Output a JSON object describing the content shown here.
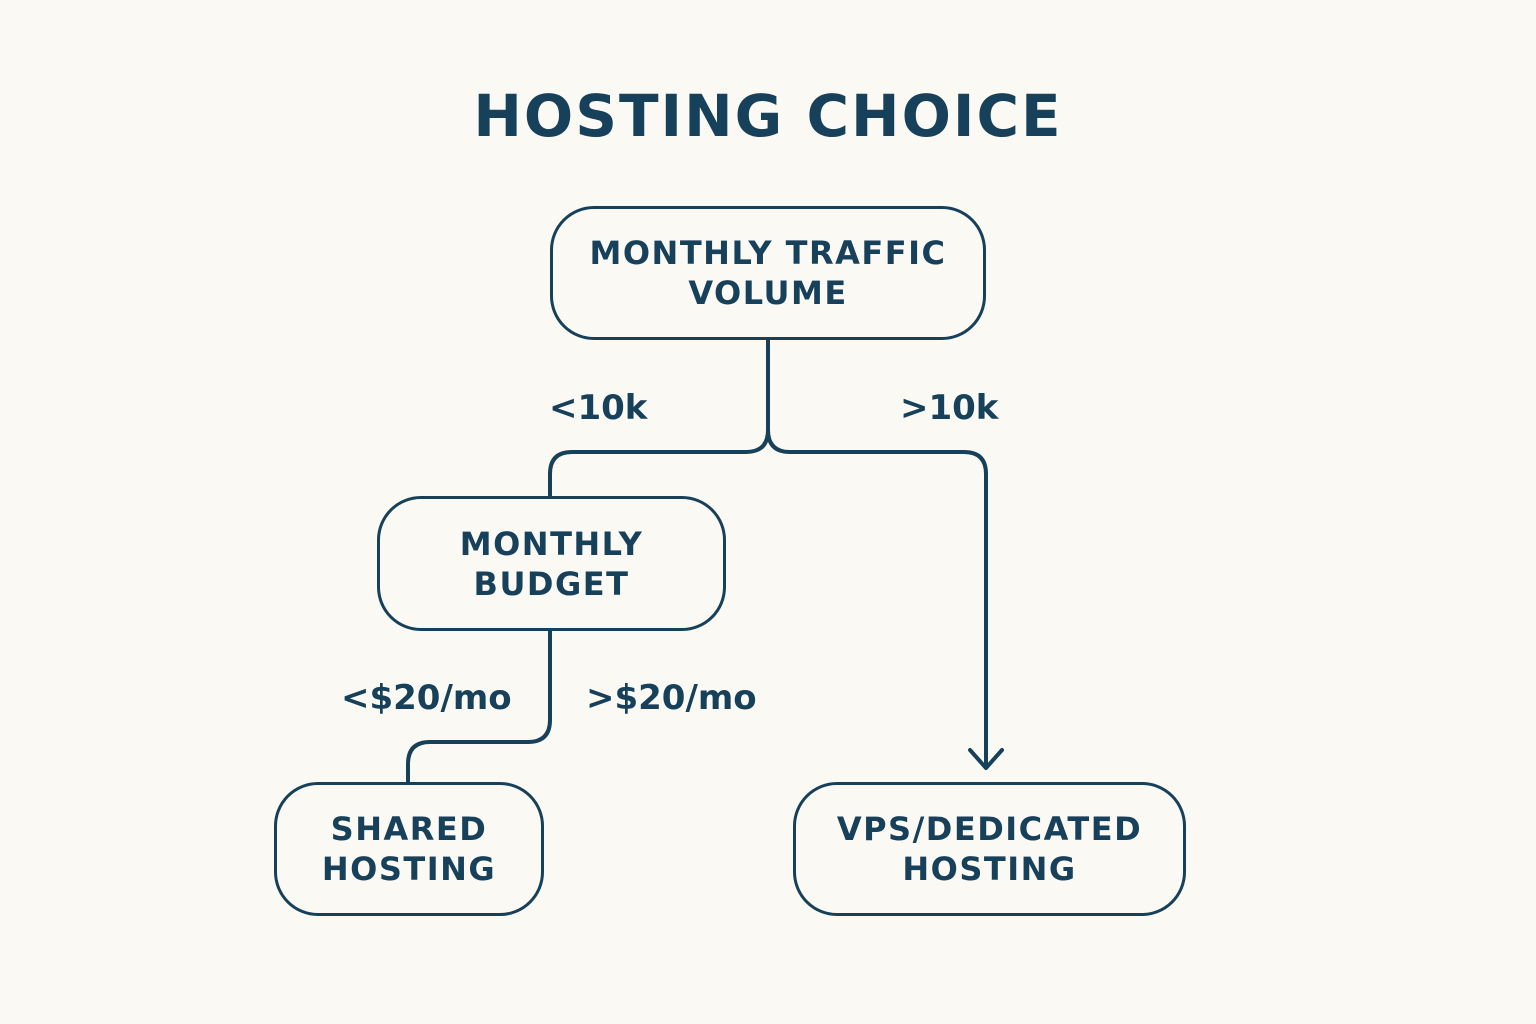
{
  "title": "HOSTING CHOICE",
  "colors": {
    "ink": "#17405a",
    "background": "#fbf9f4"
  },
  "nodes": {
    "traffic": "MONTHLY TRAFFIC\nVOLUME",
    "budget": "MONTHLY\nBUDGET",
    "shared": "SHARED\nHOSTING",
    "vps": "VPS/DEDICATED\nHOSTING"
  },
  "edges": {
    "traffic_low": "<10k",
    "traffic_high": ">10k",
    "budget_low": "<$20/mo",
    "budget_high": ">$20/mo"
  }
}
